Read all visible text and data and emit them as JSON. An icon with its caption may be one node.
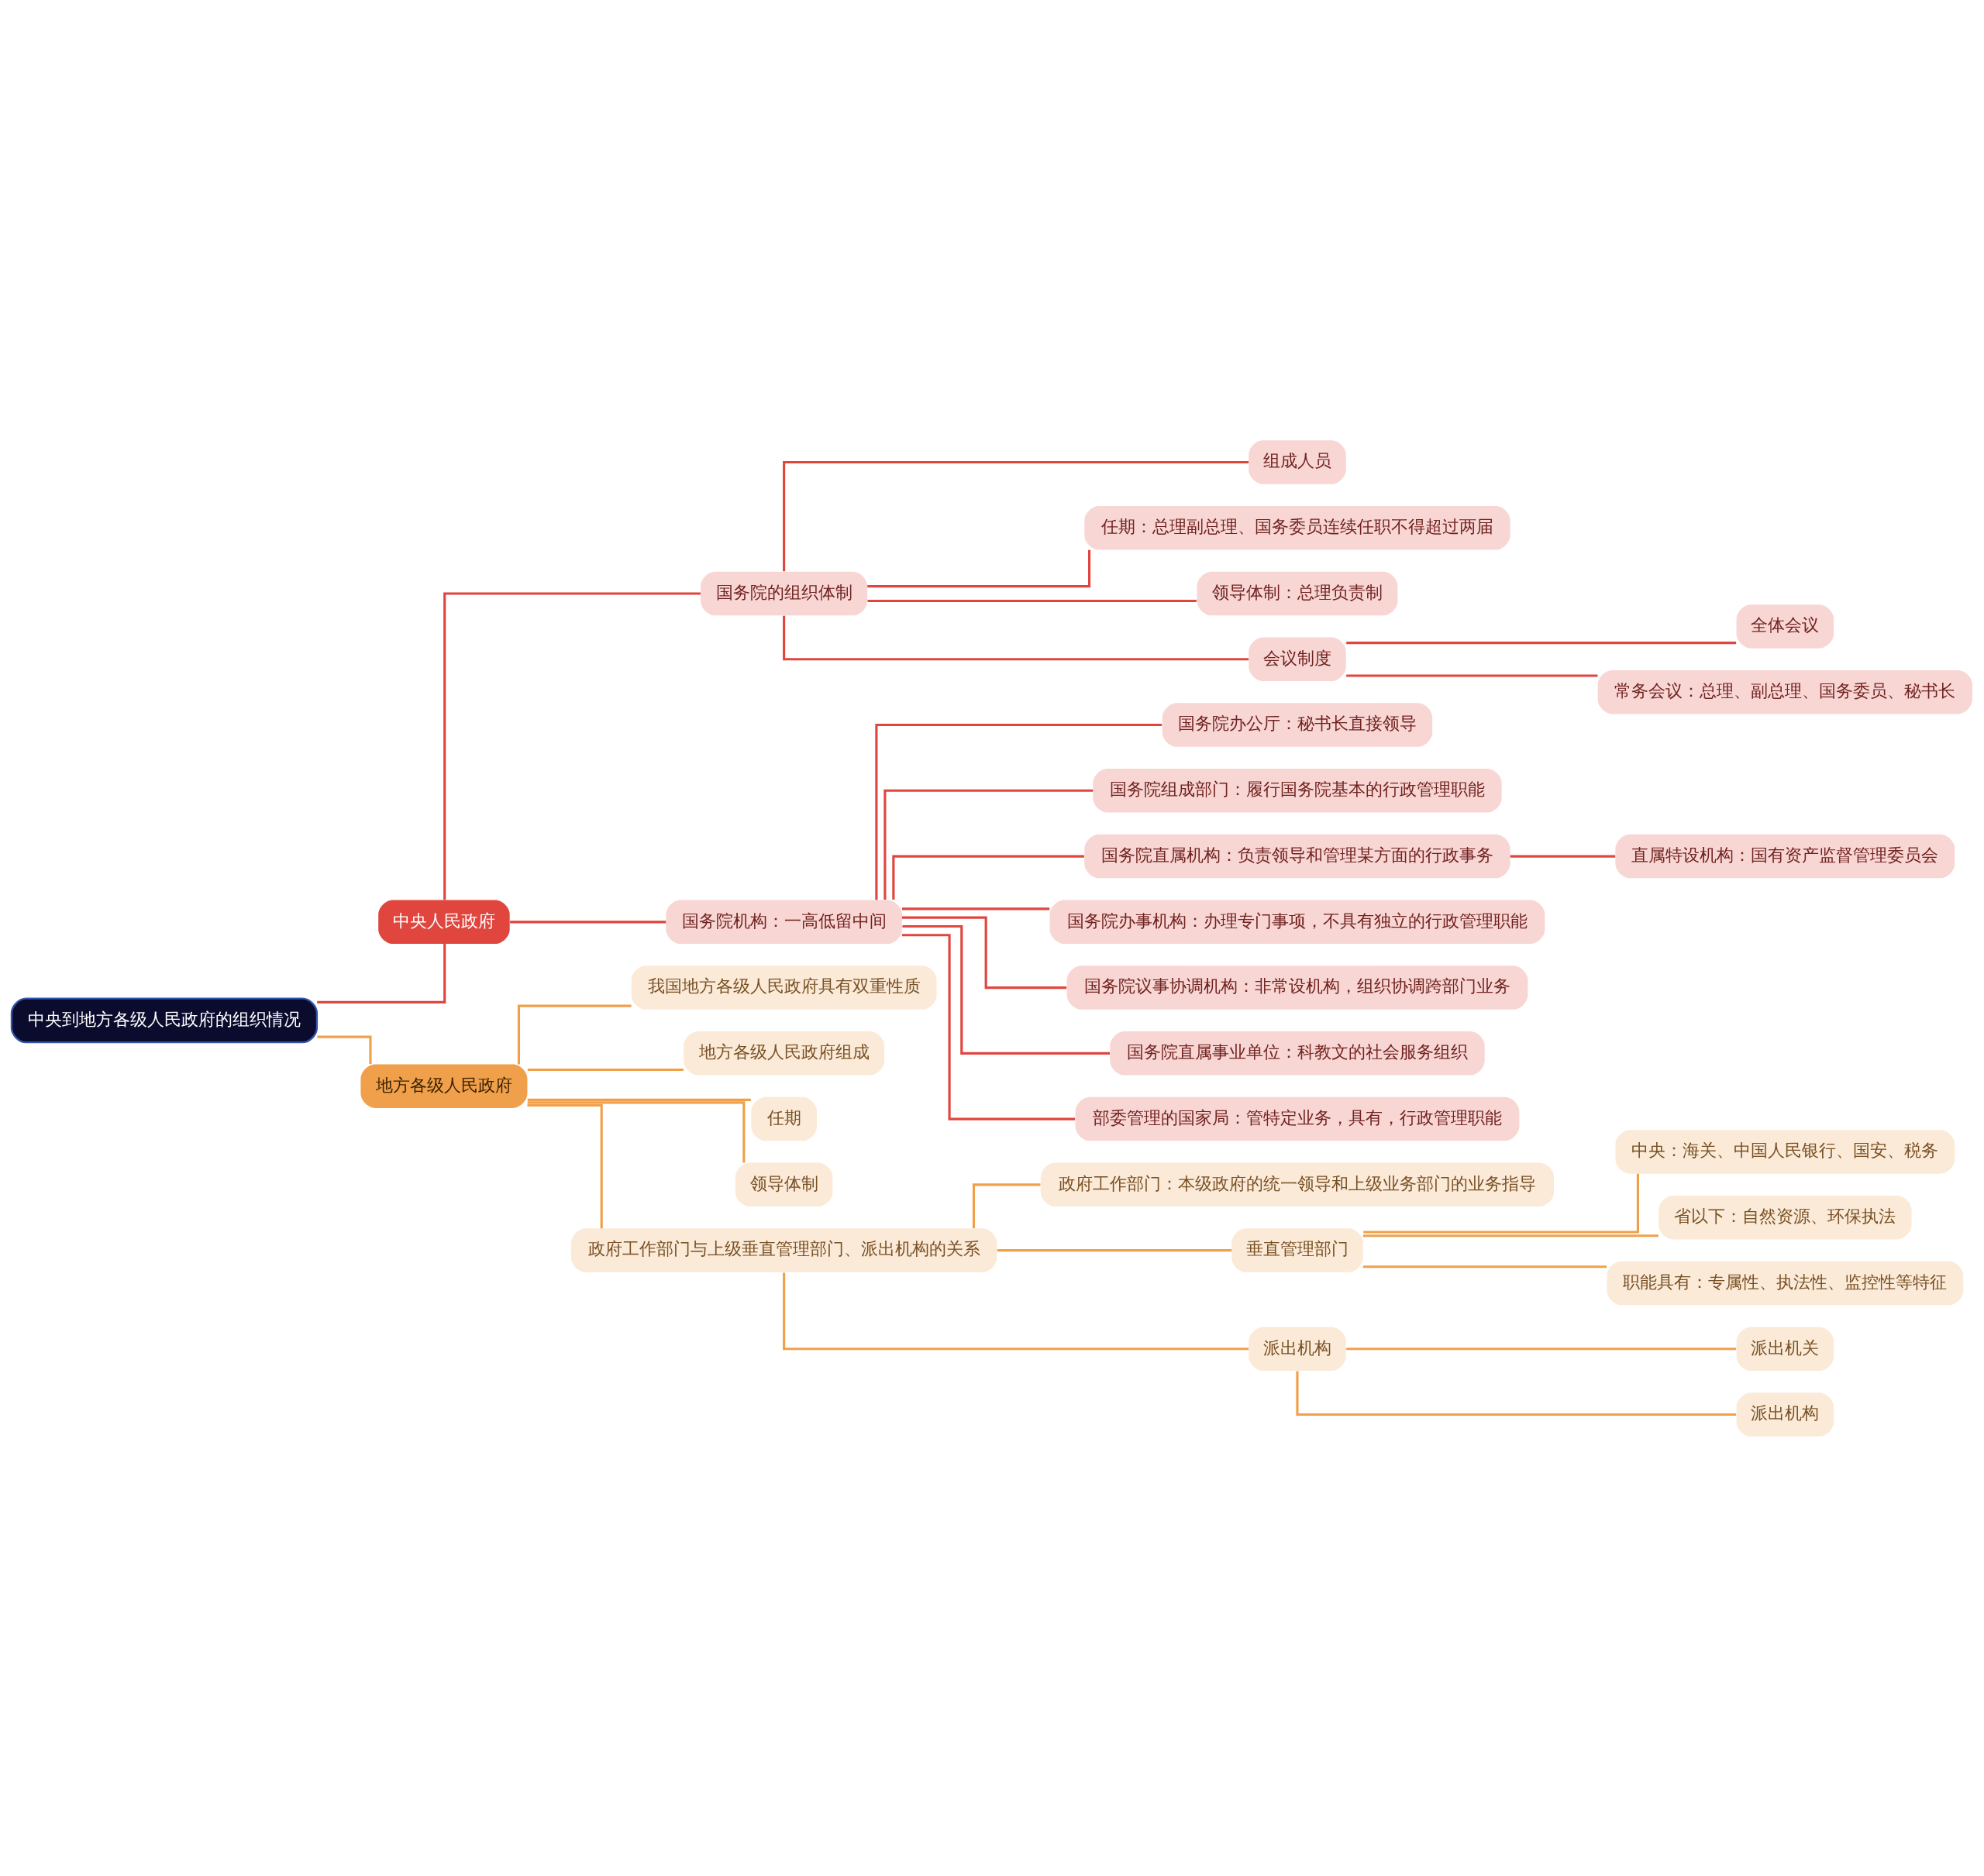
{
  "diagram": {
    "nodes": [
      {
        "text": [
          "中央到地方各级人民政府的组织情况"
        ]
      },
      {
        "text": [
          "中央人民政府"
        ]
      },
      {
        "text": [
          "国务院的组织体制"
        ]
      },
      {
        "text": [
          "组成人员"
        ]
      },
      {
        "text": [
          "任期：总理副总理、国务委员连续任职不得超过两届"
        ]
      },
      {
        "text": [
          "领导体制：总理负责制"
        ]
      },
      {
        "text": [
          "会议制度"
        ]
      },
      {
        "text": [
          "全体会议"
        ]
      },
      {
        "text": [
          "常务会议：总理、副总理、国务委员、秘书长"
        ]
      },
      {
        "text": [
          "国务院机构：一高低留中间"
        ]
      },
      {
        "text": [
          "国务院办公厅：秘书长直接领导"
        ]
      },
      {
        "text": [
          "国务院组成部门：履行国务院基本的行政管理职能"
        ]
      },
      {
        "text": [
          "国务院直属机构：负责领导和管理某方面的行政事务"
        ]
      },
      {
        "text": [
          "直属特设机构：国有资产监督管理委员会"
        ]
      },
      {
        "text": [
          "国务院办事机构：办理专门事项，不具有独立的行政管理职能"
        ]
      },
      {
        "text": [
          "国务院议事协调机构：非常设机构，组织协调跨部门业务"
        ]
      },
      {
        "text": [
          "国务院直属事业单位：科教文的社会服务组织"
        ]
      },
      {
        "text": [
          "部委管理的国家局：管特定业务，具有，行政管理职能"
        ]
      },
      {
        "text": [
          "地方各级人民政府"
        ]
      },
      {
        "text": [
          "我国地方各级人民政府具有双重性质"
        ]
      },
      {
        "text": [
          "地方各级人民政府组成"
        ]
      },
      {
        "text": [
          "任期"
        ]
      },
      {
        "text": [
          "领导体制"
        ]
      },
      {
        "text": [
          "政府工作部门与上级垂直管理部门、派出机构的关系"
        ]
      },
      {
        "text": [
          "政府工作部门：本级政府的统一领导和上级业务部门的业务指导"
        ]
      },
      {
        "text": [
          "垂直管理部门"
        ]
      },
      {
        "text": [
          "中央：海关、中国人民银行、国安、税务"
        ]
      },
      {
        "text": [
          "省以下：自然资源、环保执法"
        ]
      },
      {
        "text": [
          "职能具有：专属性、执法性、监控性等特征"
        ]
      },
      {
        "text": [
          "派出机构"
        ]
      },
      {
        "text": [
          "派出机关"
        ]
      },
      {
        "text": [
          "派出机构"
        ]
      }
    ],
    "edges": [
      {
        "from": 0,
        "to": 1,
        "arrow": "none"
      },
      {
        "from": 1,
        "to": 2,
        "arrow": "none"
      },
      {
        "from": 2,
        "to": 3,
        "arrow": "none"
      },
      {
        "from": 2,
        "to": 4,
        "arrow": "none"
      },
      {
        "from": 2,
        "to": 5,
        "arrow": "none"
      },
      {
        "from": 2,
        "to": 6,
        "arrow": "none"
      },
      {
        "from": 6,
        "to": 7,
        "arrow": "none"
      },
      {
        "from": 6,
        "to": 8,
        "arrow": "none"
      },
      {
        "from": 1,
        "to": 9,
        "arrow": "none"
      },
      {
        "from": 9,
        "to": 10,
        "arrow": "none"
      },
      {
        "from": 9,
        "to": 11,
        "arrow": "none"
      },
      {
        "from": 9,
        "to": 12,
        "arrow": "none"
      },
      {
        "from": 12,
        "to": 13,
        "arrow": "none"
      },
      {
        "from": 9,
        "to": 14,
        "arrow": "none"
      },
      {
        "from": 9,
        "to": 15,
        "arrow": "none"
      },
      {
        "from": 9,
        "to": 16,
        "arrow": "none"
      },
      {
        "from": 9,
        "to": 17,
        "arrow": "none"
      },
      {
        "from": 0,
        "to": 18,
        "arrow": "none",
        "color": "#f0a04b"
      },
      {
        "from": 18,
        "to": 19,
        "arrow": "none",
        "color": "#f0a04b"
      },
      {
        "from": 18,
        "to": 20,
        "arrow": "none",
        "color": "#f0a04b"
      },
      {
        "from": 18,
        "to": 21,
        "arrow": "none",
        "color": "#f0a04b"
      },
      {
        "from": 18,
        "to": 22,
        "arrow": "none",
        "color": "#f0a04b"
      },
      {
        "from": 18,
        "to": 23,
        "arrow": "none",
        "color": "#f0a04b"
      },
      {
        "from": 23,
        "to": 24,
        "arrow": "none",
        "color": "#f0a04b"
      },
      {
        "from": 23,
        "to": 25,
        "arrow": "none",
        "color": "#f0a04b"
      },
      {
        "from": 25,
        "to": 26,
        "arrow": "none",
        "color": "#f0a04b"
      },
      {
        "from": 25,
        "to": 27,
        "arrow": "none",
        "color": "#f0a04b"
      },
      {
        "from": 25,
        "to": 28,
        "arrow": "none",
        "color": "#f0a04b"
      },
      {
        "from": 23,
        "to": 29,
        "arrow": "none",
        "color": "#f0a04b"
      },
      {
        "from": 29,
        "to": 30,
        "arrow": "none",
        "color": "#f0a04b"
      },
      {
        "from": 29,
        "to": 31,
        "arrow": "none",
        "color": "#f0a04b"
      }
    ]
  }
}
